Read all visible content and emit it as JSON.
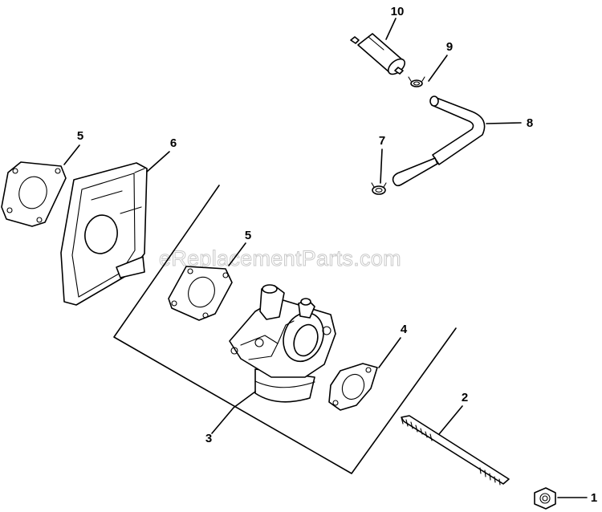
{
  "watermark": "eReplacementParts.com",
  "callouts": {
    "c1": "1",
    "c2": "2",
    "c3": "3",
    "c4": "4",
    "c5a": "5",
    "c5b": "5",
    "c6": "6",
    "c7": "7",
    "c8": "8",
    "c9": "9",
    "c10": "10"
  },
  "parts": [
    {
      "callout": "1",
      "icon": "hex-nut-icon"
    },
    {
      "callout": "2",
      "icon": "threaded-stud-icon"
    },
    {
      "callout": "3",
      "icon": "carburetor-icon"
    },
    {
      "callout": "4",
      "icon": "gasket-icon"
    },
    {
      "callout": "5",
      "icon": "gasket-icon"
    },
    {
      "callout": "6",
      "icon": "heat-shield-icon"
    },
    {
      "callout": "7",
      "icon": "hose-clamp-icon"
    },
    {
      "callout": "8",
      "icon": "fuel-line-icon"
    },
    {
      "callout": "9",
      "icon": "hose-clamp-icon"
    },
    {
      "callout": "10",
      "icon": "fuel-filter-icon"
    }
  ]
}
